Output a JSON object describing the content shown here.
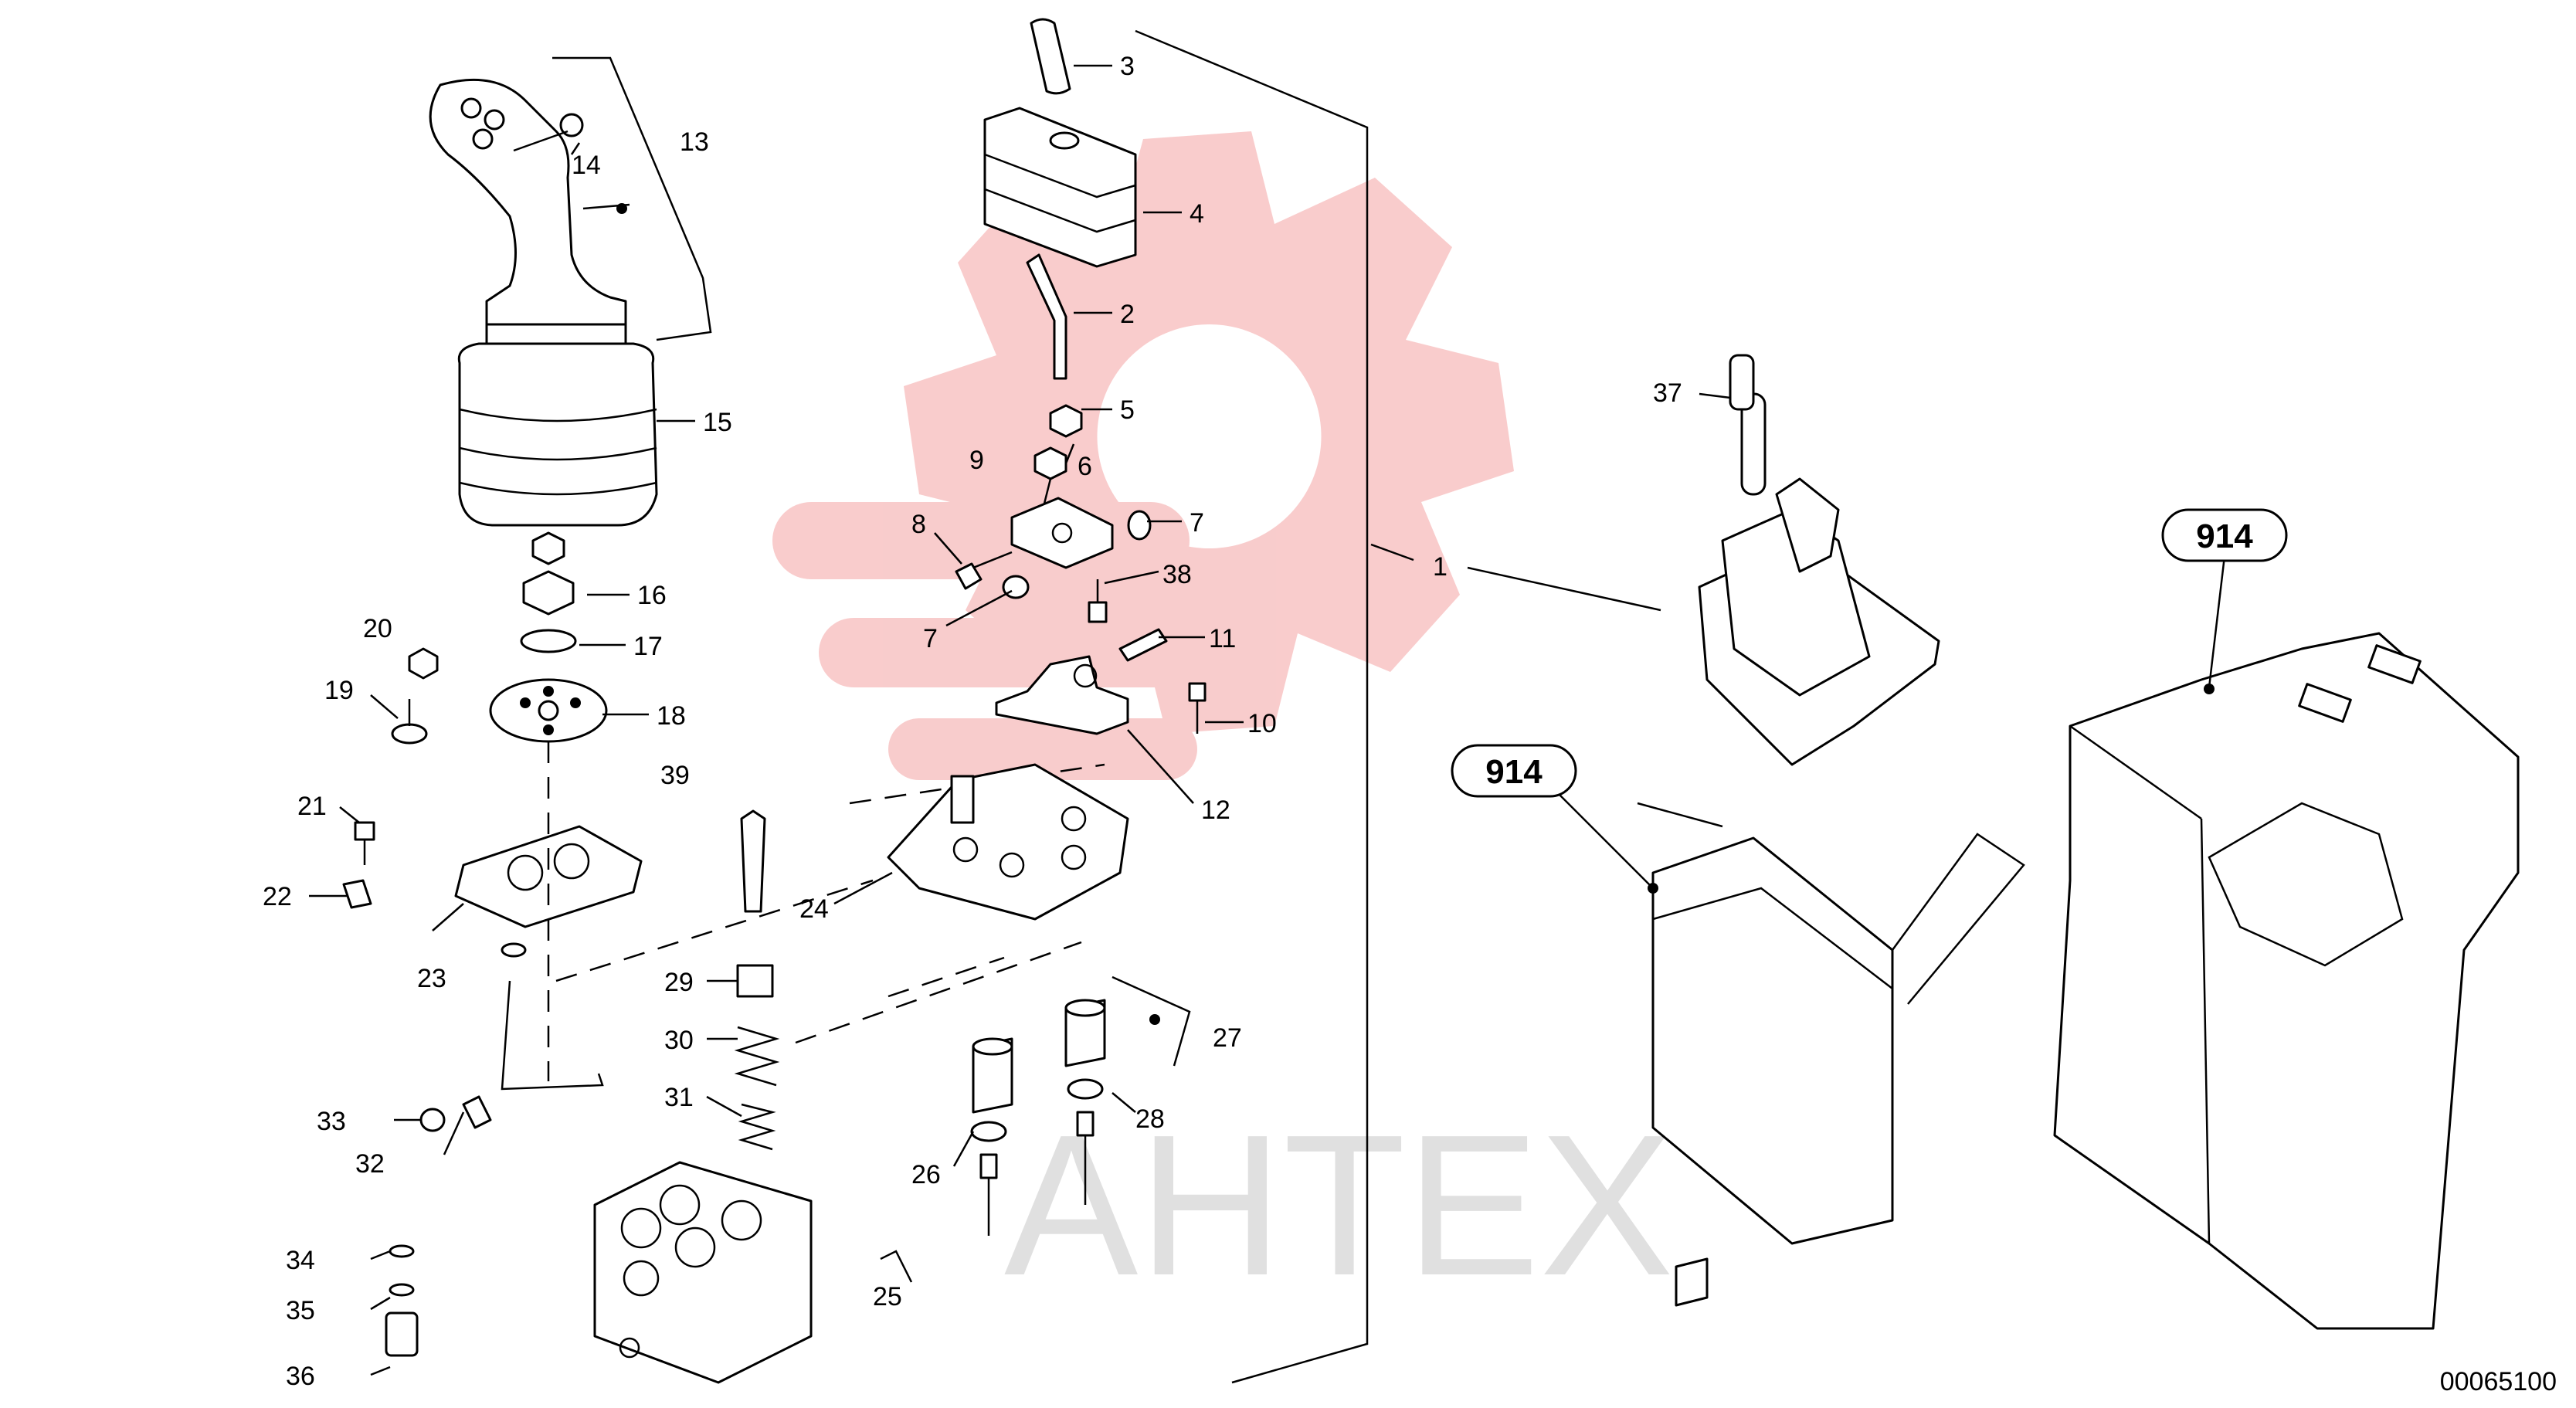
{
  "watermark": {
    "text": "AHTEX",
    "color": "#f4a3a3",
    "text_color": "#d9d9d9"
  },
  "drawing_number": "00065100",
  "callouts": [
    "1",
    "2",
    "3",
    "4",
    "5",
    "6",
    "7",
    "7",
    "8",
    "9",
    "10",
    "11",
    "12",
    "13",
    "14",
    "15",
    "16",
    "17",
    "18",
    "19",
    "20",
    "21",
    "22",
    "23",
    "24",
    "25",
    "26",
    "27",
    "28",
    "29",
    "30",
    "31",
    "32",
    "33",
    "34",
    "35",
    "36",
    "37",
    "38",
    "39"
  ],
  "bubbles": [
    "914",
    "914"
  ]
}
